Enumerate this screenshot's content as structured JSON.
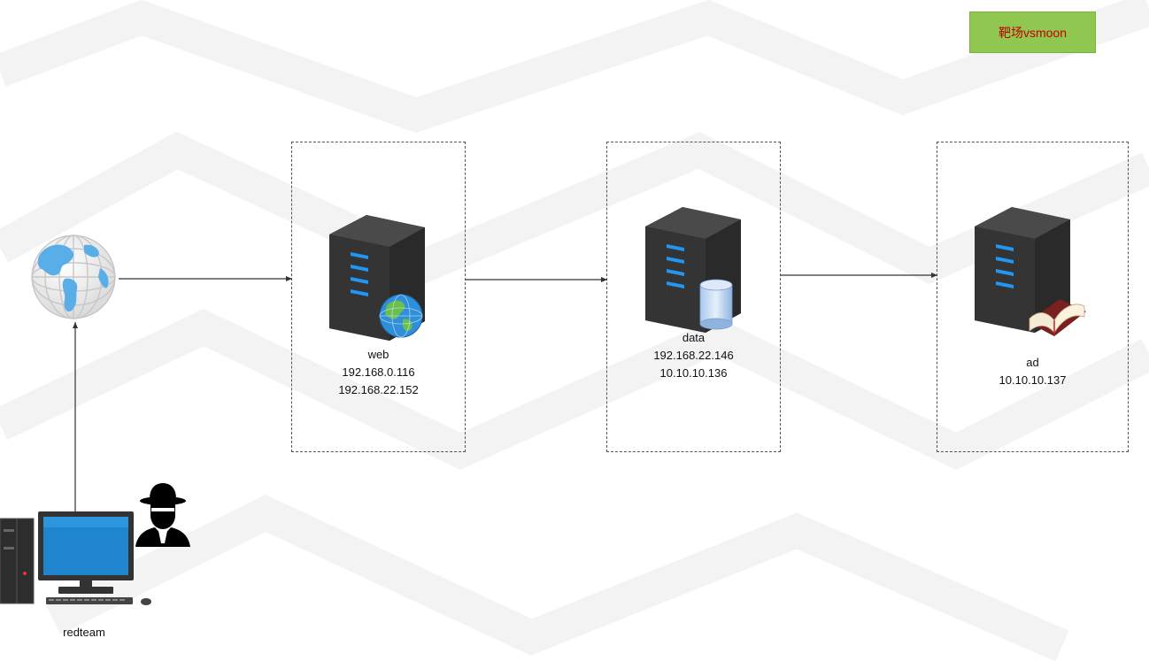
{
  "colors": {
    "tag_background": "#8fc750",
    "tag_text": "#c00000",
    "server_body": "#2c2c2c",
    "server_led": "#1e90ff",
    "connector": "#333333",
    "zone_border": "#555555"
  },
  "tag": {
    "label": "靶场vsmoon"
  },
  "nodes": {
    "internet": {
      "icon": "globe-icon"
    },
    "redteam": {
      "label": "redteam",
      "icons": [
        "desktop-computer-icon",
        "hacker-icon"
      ]
    },
    "web": {
      "label": "web",
      "ips": [
        "192.168.0.116",
        "192.168.22.152"
      ],
      "icons": [
        "server-icon",
        "globe-icon"
      ]
    },
    "data": {
      "label": "data",
      "ips": [
        "192.168.22.146",
        "10.10.10.136"
      ],
      "icons": [
        "server-icon",
        "database-icon"
      ]
    },
    "ad": {
      "label": "ad",
      "ips": [
        "10.10.10.137"
      ],
      "icons": [
        "server-icon",
        "book-icon"
      ]
    }
  },
  "edges": [
    {
      "from": "redteam",
      "to": "internet"
    },
    {
      "from": "internet",
      "to": "web"
    },
    {
      "from": "web",
      "to": "data"
    },
    {
      "from": "data",
      "to": "ad"
    }
  ]
}
